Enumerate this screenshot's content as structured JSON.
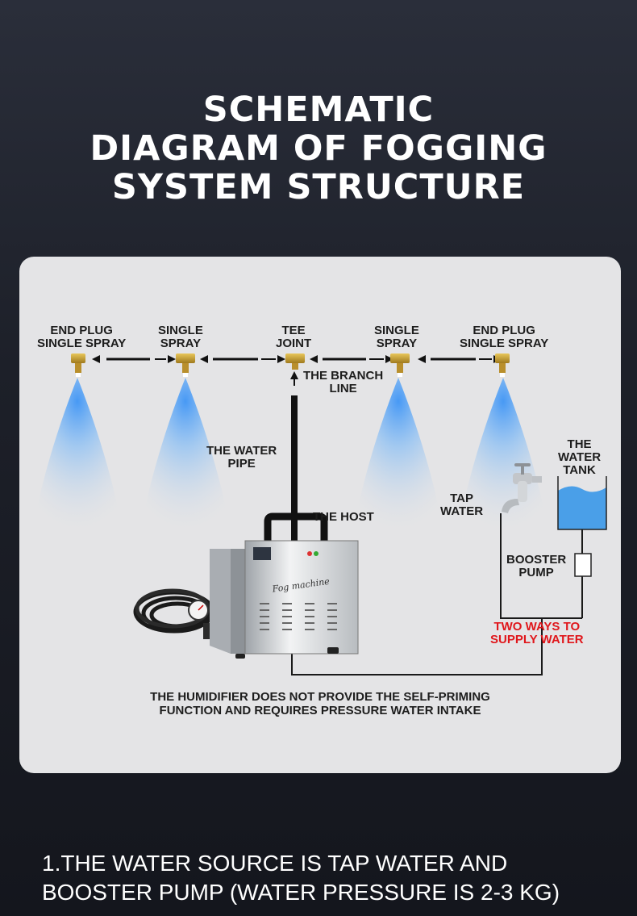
{
  "title": {
    "line1": "SCHEMATIC",
    "line2": "DIAGRAM OF FOGGING",
    "line3": "SYSTEM STRUCTURE"
  },
  "labels": {
    "end_plug_left_1": "END PLUG",
    "end_plug_left_2": "SINGLE SPRAY",
    "single_spray_left_1": "SINGLE",
    "single_spray_left_2": "SPRAY",
    "tee_joint_1": "TEE",
    "tee_joint_2": "JOINT",
    "single_spray_right_1": "SINGLE",
    "single_spray_right_2": "SPRAY",
    "end_plug_right_1": "END PLUG",
    "end_plug_right_2": "SINGLE SPRAY",
    "branch_line_1": "THE BRANCH",
    "branch_line_2": "LINE",
    "water_pipe_1": "THE WATER",
    "water_pipe_2": "PIPE",
    "host": "THE HOST",
    "tap_water_1": "TAP",
    "tap_water_2": "WATER",
    "water_tank_1": "THE",
    "water_tank_2": "WATER",
    "water_tank_3": "TANK",
    "booster_pump_1": "BOOSTER",
    "booster_pump_2": "PUMP",
    "two_ways_1": "TWO WAYS TO",
    "two_ways_2": "SUPPLY WATER",
    "machine_brand": "Fog machine"
  },
  "note": {
    "line1": "THE HUMIDIFIER DOES NOT PROVIDE THE SELF-PRIMING",
    "line2": "FUNCTION AND REQUIRES PRESSURE WATER INTAKE"
  },
  "footer": {
    "line1": "1.THE WATER SOURCE IS TAP WATER AND",
    "line2": "BOOSTER PUMP (WATER PRESSURE IS 2-3 KG)"
  },
  "colors": {
    "spray": "#4a9ef5",
    "brass": "#c9a23a",
    "accent_red": "#e0161b",
    "tank_water": "#4a9fe8"
  }
}
